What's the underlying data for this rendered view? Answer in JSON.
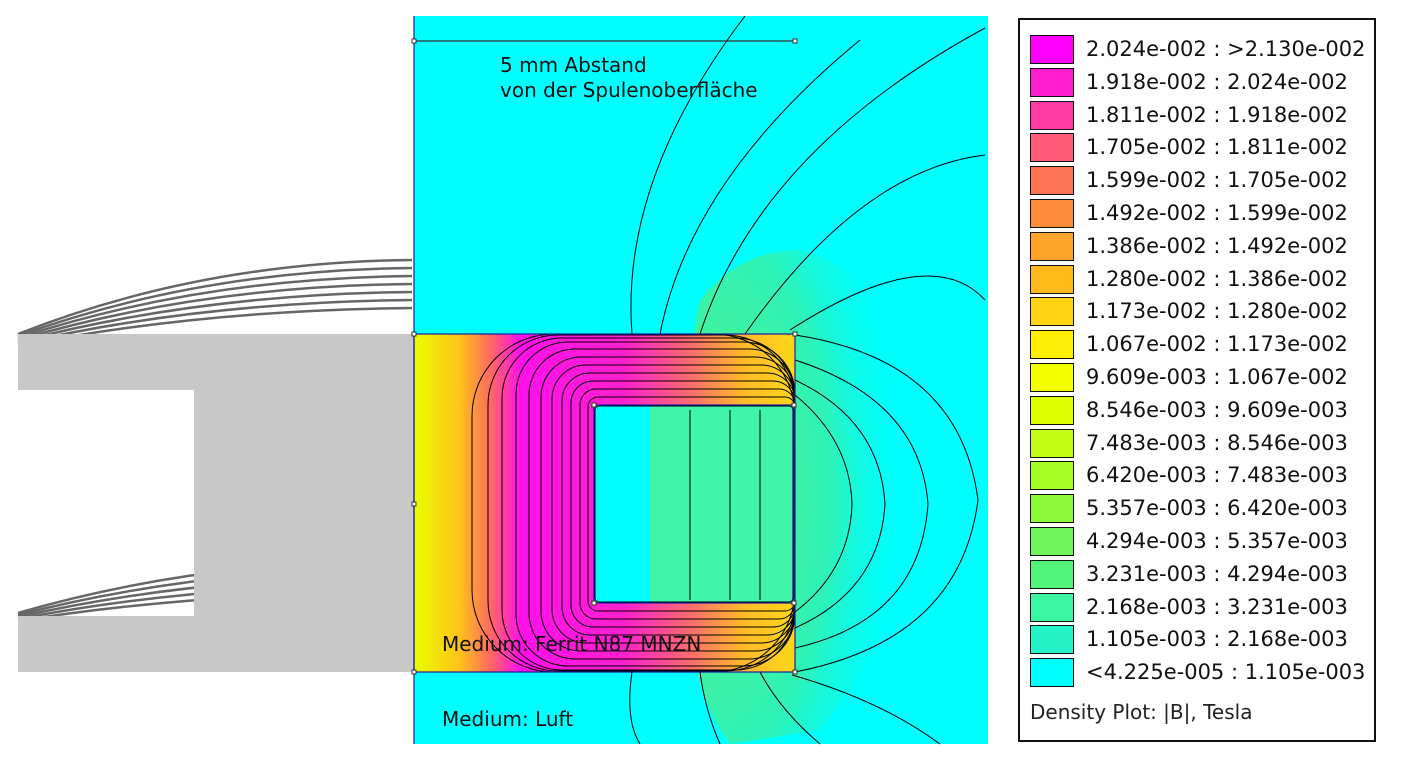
{
  "annotations": {
    "distance_line1": "5 mm Abstand",
    "distance_line2": "von der Spulenoberfläche",
    "medium_core": "Medium: Ferrit N87 MNZN",
    "medium_air": "Medium: Luft"
  },
  "legend": {
    "caption": "Density Plot: |B|, Tesla",
    "entries": [
      {
        "range": "2.024e-002 : >2.130e-002",
        "color": "#ff00ff"
      },
      {
        "range": "1.918e-002 : 2.024e-002",
        "color": "#ff1fce"
      },
      {
        "range": "1.811e-002 : 1.918e-002",
        "color": "#ff3aa2"
      },
      {
        "range": "1.705e-002 : 1.811e-002",
        "color": "#ff5a78"
      },
      {
        "range": "1.599e-002 : 1.705e-002",
        "color": "#ff7454"
      },
      {
        "range": "1.492e-002 : 1.599e-002",
        "color": "#ff8c3a"
      },
      {
        "range": "1.386e-002 : 1.492e-002",
        "color": "#ffa42a"
      },
      {
        "range": "1.280e-002 : 1.386e-002",
        "color": "#ffba1c"
      },
      {
        "range": "1.173e-002 : 1.280e-002",
        "color": "#ffd412"
      },
      {
        "range": "1.067e-002 : 1.173e-002",
        "color": "#ffee06"
      },
      {
        "range": "9.609e-003 : 1.067e-002",
        "color": "#f4ff00"
      },
      {
        "range": "8.546e-003 : 9.609e-003",
        "color": "#dcff00"
      },
      {
        "range": "7.483e-003 : 8.546e-003",
        "color": "#c2ff14"
      },
      {
        "range": "6.420e-003 : 7.483e-003",
        "color": "#a8ff28"
      },
      {
        "range": "5.357e-003 : 6.420e-003",
        "color": "#8cfa3c"
      },
      {
        "range": "4.294e-003 : 5.357e-003",
        "color": "#6ef55a"
      },
      {
        "range": "3.231e-003 : 4.294e-003",
        "color": "#52f57a"
      },
      {
        "range": "2.168e-003 : 3.231e-003",
        "color": "#3cf5a0"
      },
      {
        "range": "1.105e-003 : 2.168e-003",
        "color": "#24f2c8"
      },
      {
        "range": "<4.225e-005 : 1.105e-003",
        "color": "#00ffff"
      }
    ]
  }
}
